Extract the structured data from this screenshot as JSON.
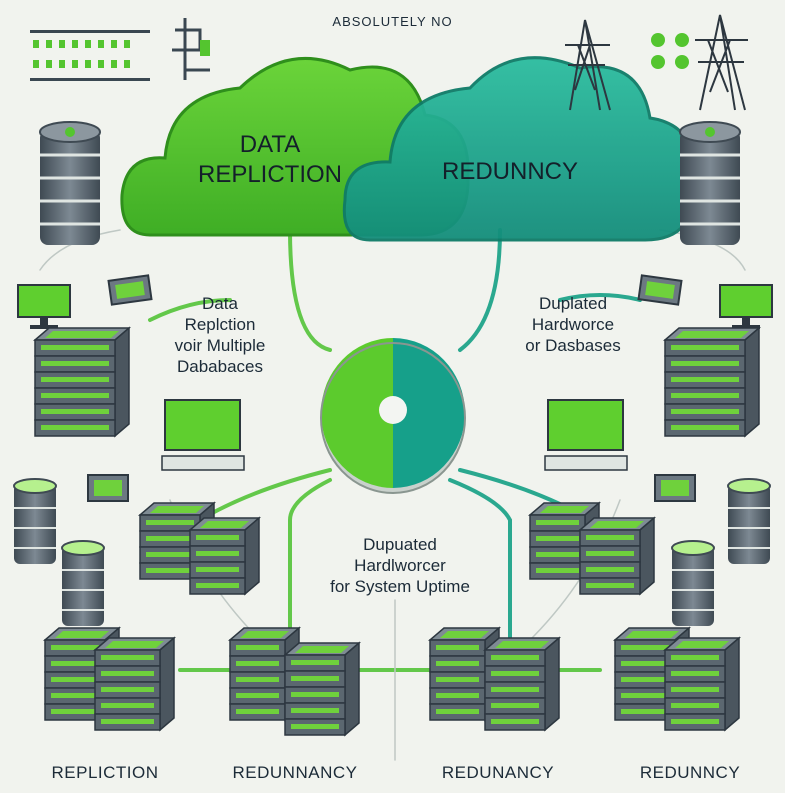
{
  "header": {
    "note": "ABSOLUTELY NO"
  },
  "clouds": {
    "left_text": "DATA\nREPLICTION",
    "right_text": "REDUNNCY"
  },
  "captions": {
    "left": "Data\nReplction\nvoir Multiple\nDababaces",
    "right": "Duplated\nHardworce\nor Dasbases",
    "center": "Dupuated\nHardlworcer\nfor System Uptime"
  },
  "bottom_labels": [
    "REPLICTION",
    "REDUNNANCY",
    "REDUNANCY",
    "REDUNNCY"
  ],
  "colors": {
    "green": "#54c52f",
    "teal": "#1aa38c",
    "server_body": "#5b6770",
    "server_light": "#7f8b94",
    "line": "#63c84a",
    "background": "#f1f3ee"
  },
  "icons": [
    "server-rack-icon",
    "database-icon",
    "monitor-icon",
    "power-tower-icon",
    "circuit-panel-icon",
    "disk-icon"
  ]
}
